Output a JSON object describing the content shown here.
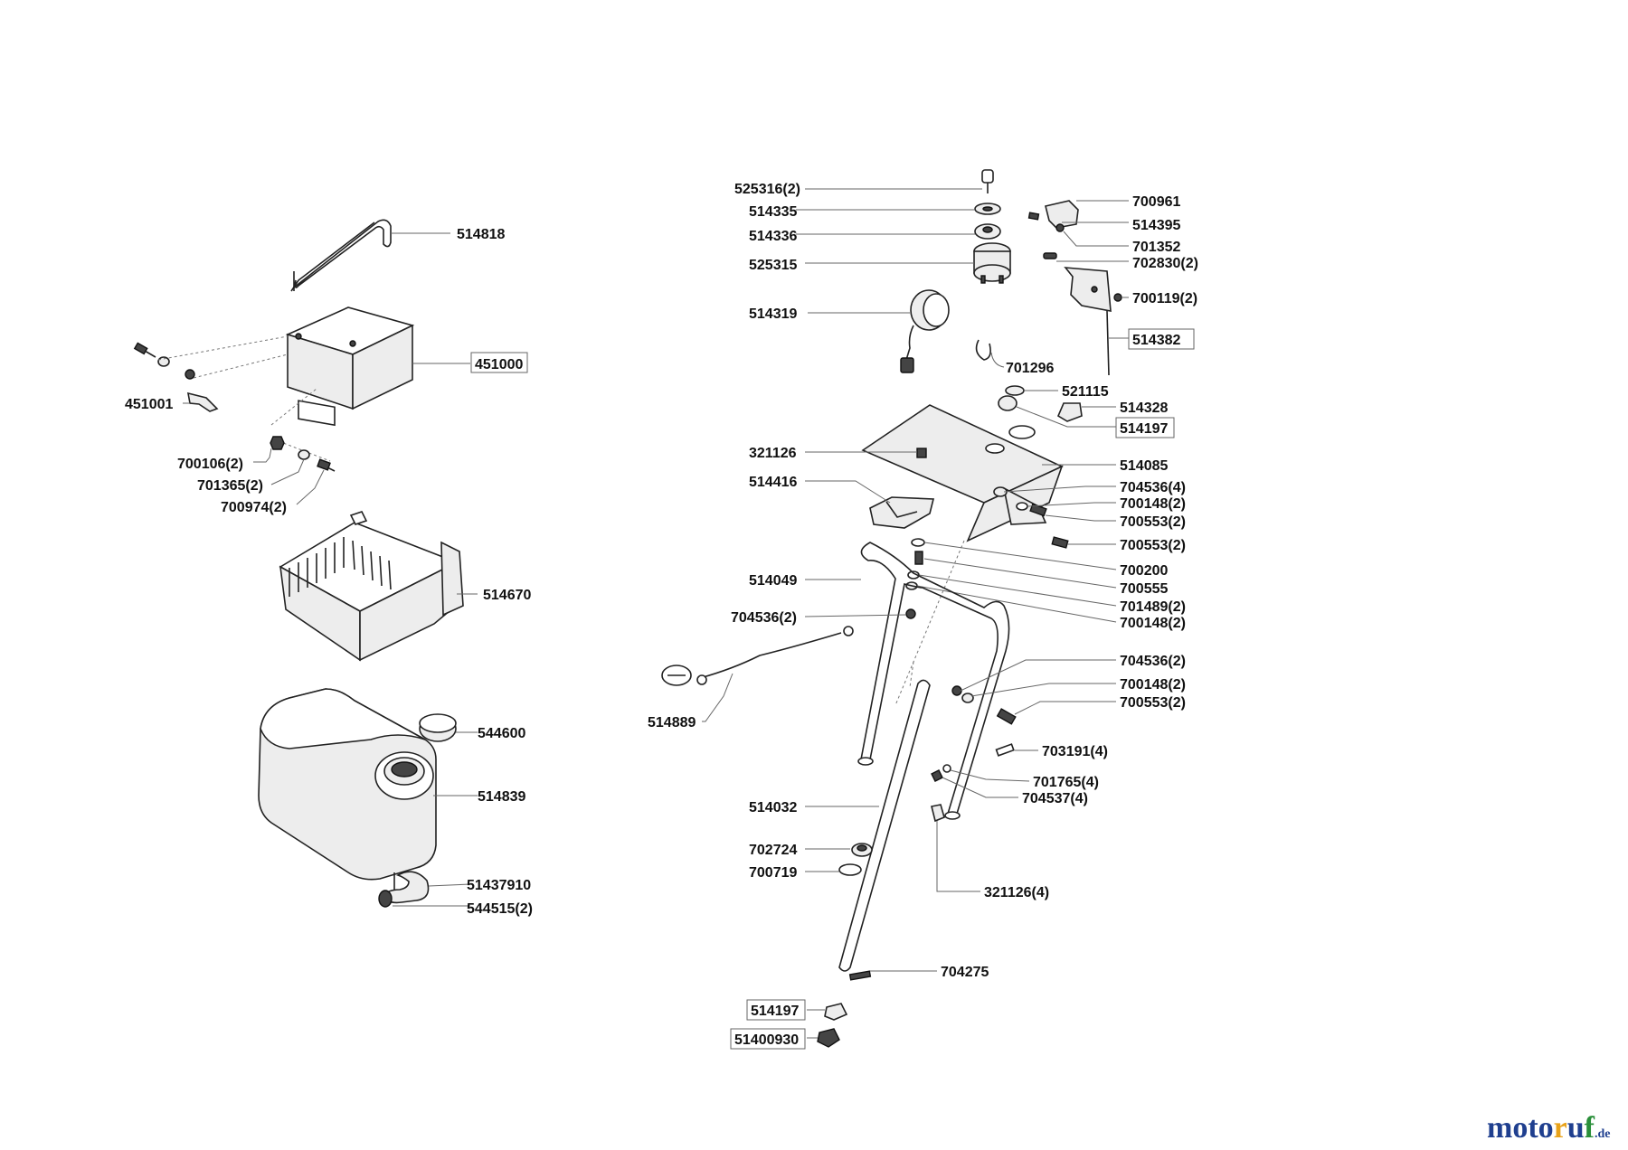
{
  "labels": {
    "p514818": "514818",
    "p451000": "451000",
    "p451001": "451001",
    "p700106": "700106(2)",
    "p701365": "701365(2)",
    "p700974": "700974(2)",
    "p514670": "514670",
    "p544600": "544600",
    "p514839": "514839",
    "p51437910": "51437910",
    "p544515": "544515(2)",
    "p525316": "525316(2)",
    "p514335": "514335",
    "p514336": "514336",
    "p525315": "525315",
    "p514319": "514319",
    "p700961": "700961",
    "p514395": "514395",
    "p701352": "701352",
    "p702830": "702830(2)",
    "p700119": "700119(2)",
    "p514382": "514382",
    "p701296": "701296",
    "p521115": "521115",
    "p514328": "514328",
    "p514197a": "514197",
    "p321126": "321126",
    "p514085": "514085",
    "p514416": "514416",
    "p704536a": "704536(4)",
    "p700148a": "700148(2)",
    "p700553a": "700553(2)",
    "p700553b": "700553(2)",
    "p514049": "514049",
    "p700200": "700200",
    "p700555": "700555",
    "p701489": "701489(2)",
    "p700148b": "700148(2)",
    "p704536b": "704536(2)",
    "p704536c": "704536(2)",
    "p700148c": "700148(2)",
    "p700553c": "700553(2)",
    "p514889": "514889",
    "p703191": "703191(4)",
    "p701765": "701765(4)",
    "p704537": "704537(4)",
    "p514032": "514032",
    "p702724": "702724",
    "p700719": "700719",
    "p321126b": "321126(4)",
    "p704275": "704275",
    "p514197b": "514197",
    "p51400930": "51400930"
  },
  "logo": {
    "main": "motoruf",
    "suffix": ".de",
    "colors": [
      "#1f3f8f",
      "#1f3f8f",
      "#1f3f8f",
      "#1f3f8f",
      "#e8a21a",
      "#1f3f8f",
      "#2a8f3a"
    ]
  }
}
